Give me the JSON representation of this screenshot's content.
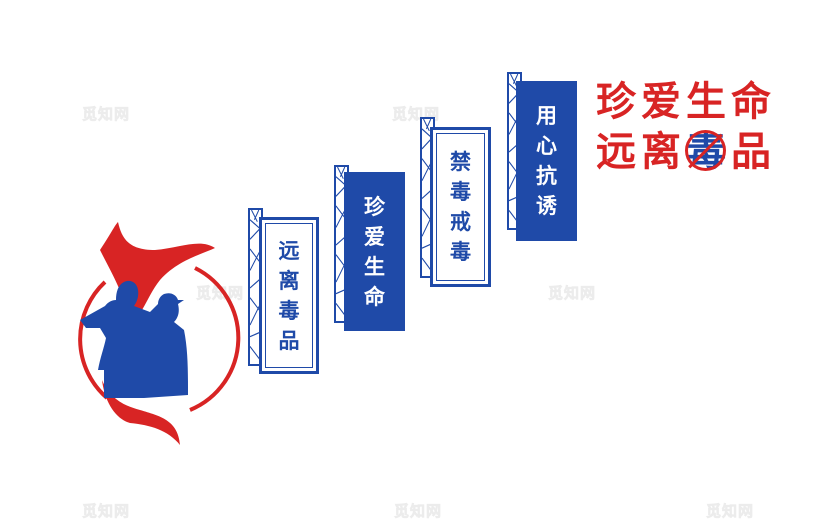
{
  "colors": {
    "blue": "#1f4aa8",
    "red": "#d82424",
    "background": "#ffffff",
    "watermark": "#f1f1f1"
  },
  "headline": {
    "line1": [
      "珍",
      "爱",
      "生",
      "命"
    ],
    "line2": [
      "远",
      "离",
      "毒",
      "品"
    ],
    "crossed_char_index": 2
  },
  "panels": [
    {
      "style": "white",
      "chars": [
        "远",
        "离",
        "毒",
        "品"
      ]
    },
    {
      "style": "blue",
      "chars": [
        "珍",
        "爱",
        "生",
        "命"
      ]
    },
    {
      "style": "white",
      "chars": [
        "禁",
        "毒",
        "戒",
        "毒"
      ]
    },
    {
      "style": "blue",
      "chars": [
        "用",
        "心",
        "抗",
        "诱"
      ]
    }
  ],
  "emblem": {
    "icon": "saluting-figures-with-red-flag-icon"
  },
  "watermarks": [
    "觅知网",
    "觅知网",
    "觅知网",
    "觅知网",
    "觅知网",
    "觅知网",
    "觅知网"
  ]
}
